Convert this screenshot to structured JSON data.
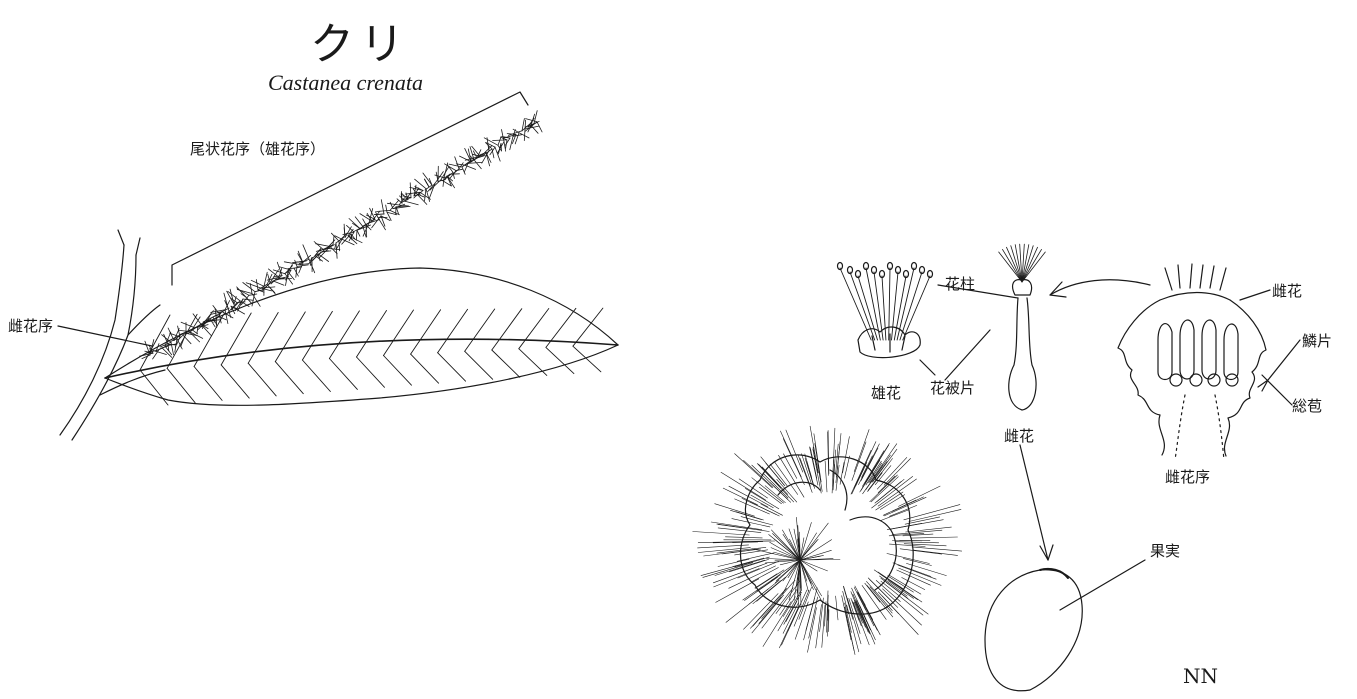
{
  "title": "クリ",
  "scientific_name": "Castanea crenata",
  "labels": {
    "catkin": "尾状花序（雄花序）",
    "female_inflorescence_left": "雌花序",
    "style": "花柱",
    "male_flower": "雄花",
    "tepal": "花被片",
    "female_flower": "雌花",
    "female_flower_right": "雌花",
    "scale": "鱗片",
    "involucre": "総苞",
    "female_inflorescence_right": "雌花序",
    "fruit": "果実"
  },
  "signature": "NN",
  "colors": {
    "ink": "#1a1a1a",
    "background": "#ffffff"
  }
}
